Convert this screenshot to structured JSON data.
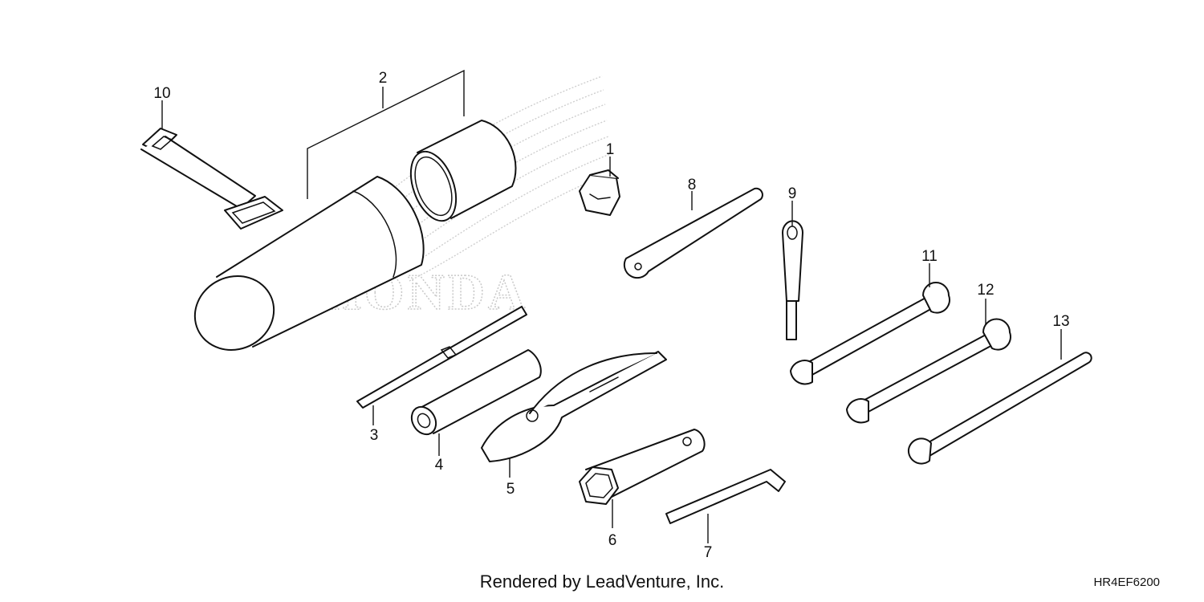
{
  "diagram": {
    "watermark_logo": "HONDA",
    "callouts": [
      "1",
      "2",
      "3",
      "4",
      "5",
      "6",
      "7",
      "8",
      "9",
      "10",
      "11",
      "12",
      "13"
    ],
    "footer": {
      "credit": "Rendered by LeadVenture, Inc.",
      "diagram_code": "HR4EF6200"
    }
  }
}
